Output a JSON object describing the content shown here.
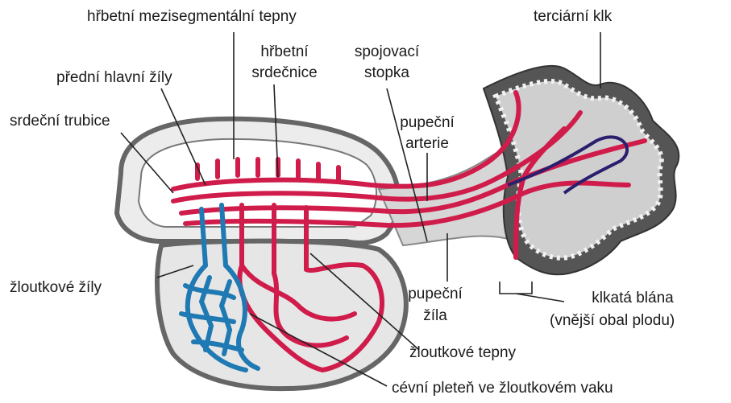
{
  "labels": {
    "dorsal_intersegmental_arteries": "hřbetní mezisegmentální tepny",
    "dorsal_aorta_line1": "hřbetní",
    "dorsal_aorta_line2": "srdečnice",
    "connecting_stalk_line1": "spojovací",
    "connecting_stalk_line2": "stopka",
    "tertiary_villus": "terciární klk",
    "anterior_cardinal_veins": "přední hlavní žíly",
    "heart_tube": "srdeční trubice",
    "umbilical_artery_line1": "pupeční",
    "umbilical_artery_line2": "arterie",
    "vitelline_veins": "žloutkové žíly",
    "umbilical_vein_line1": "pupeční",
    "umbilical_vein_line2": "žíla",
    "chorion_line1": "klkatá blána",
    "chorion_line2": "(vnější obal plodu)",
    "vitelline_arteries": "žloutkové tepny",
    "yolk_sac_plexus": "cévní pleteň ve žloutkovém vaku"
  },
  "colors": {
    "artery": "#d01c4b",
    "vein": "#1f79b3",
    "villus_vein": "#2a1f6e",
    "tissue": "#d8d8d8",
    "chorion": "#4a4a4a",
    "outline": "#555555"
  }
}
